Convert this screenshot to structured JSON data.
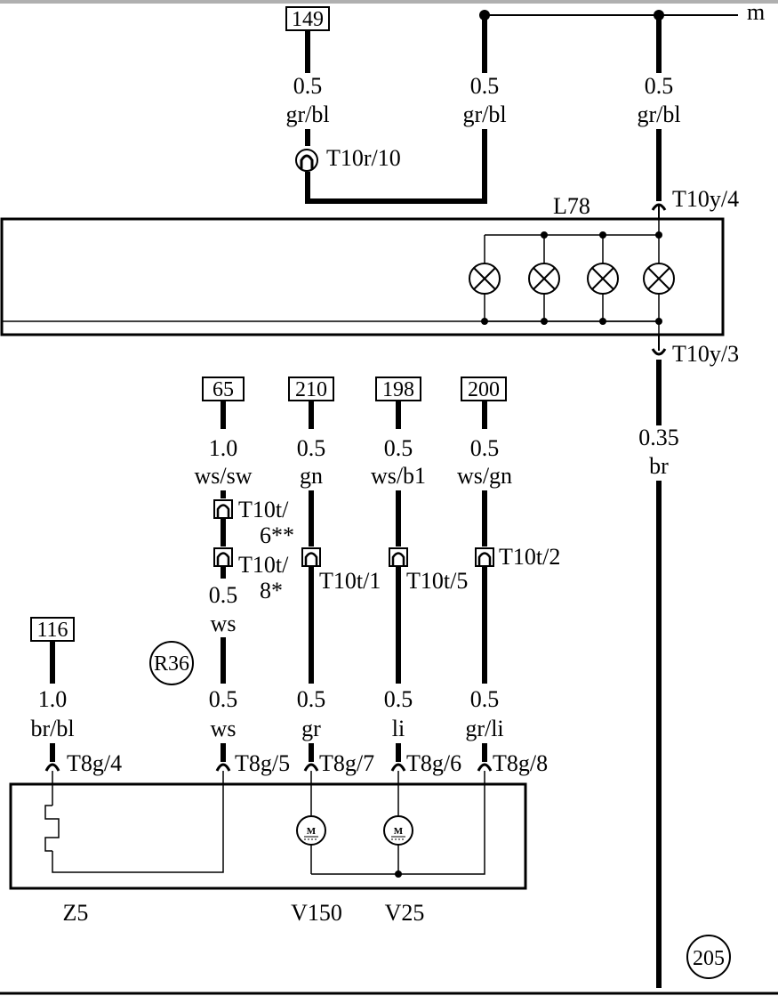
{
  "colors": {
    "line": "#000000",
    "background": "#ffffff",
    "frame": "#b0b0b0"
  },
  "top_line_label": "m",
  "refs": {
    "r149": "149",
    "r65": "65",
    "r210": "210",
    "r198": "198",
    "r200": "200",
    "r116": "116"
  },
  "circle_refs": {
    "r36": "R36",
    "r205": "205"
  },
  "wires": {
    "w149": {
      "size": "0.5",
      "color": "gr/bl"
    },
    "wmid": {
      "size": "0.5",
      "color": "gr/bl"
    },
    "wright": {
      "size": "0.5",
      "color": "gr/bl"
    },
    "wbr": {
      "size": "0.35",
      "color": "br"
    },
    "w65_top": {
      "size": "1.0",
      "color": "ws/sw"
    },
    "w65_mid": {
      "size": "0.5",
      "color": "ws"
    },
    "w65_bot": {
      "size": "0.5",
      "color": "ws"
    },
    "w210_top": {
      "size": "0.5",
      "color": "gn"
    },
    "w210_bot": {
      "size": "0.5",
      "color": "gr"
    },
    "w198_top": {
      "size": "0.5",
      "color": "ws/b1"
    },
    "w198_bot": {
      "size": "0.5",
      "color": "li"
    },
    "w200_top": {
      "size": "0.5",
      "color": "ws/gn"
    },
    "w200_bot": {
      "size": "0.5",
      "color": "gr/li"
    },
    "w116": {
      "size": "1.0",
      "color": "br/bl"
    }
  },
  "connectors": {
    "t10r10": "T10r/10",
    "t10y4": "T10y/4",
    "t10y3": "T10y/3",
    "t10t6_a": "T10t/",
    "t10t6_b": "6**",
    "t10t8_a": "T10t/",
    "t10t8_b": "8*",
    "t10t1": "T10t/1",
    "t10t5": "T10t/5",
    "t10t2": "T10t/2",
    "t8g4": "T8g/4",
    "t8g5": "T8g/5",
    "t8g7": "T8g/7",
    "t8g6": "T8g/6",
    "t8g8": "T8g/8"
  },
  "components": {
    "l78": "L78",
    "z5": "Z5",
    "v150": "V150",
    "v25": "V25",
    "motor_symbol": "M"
  },
  "icons": {
    "lamp": "lamp-icon",
    "motor": "motor-icon",
    "heater": "heating-element-icon",
    "connector": "connector-pin-icon"
  }
}
